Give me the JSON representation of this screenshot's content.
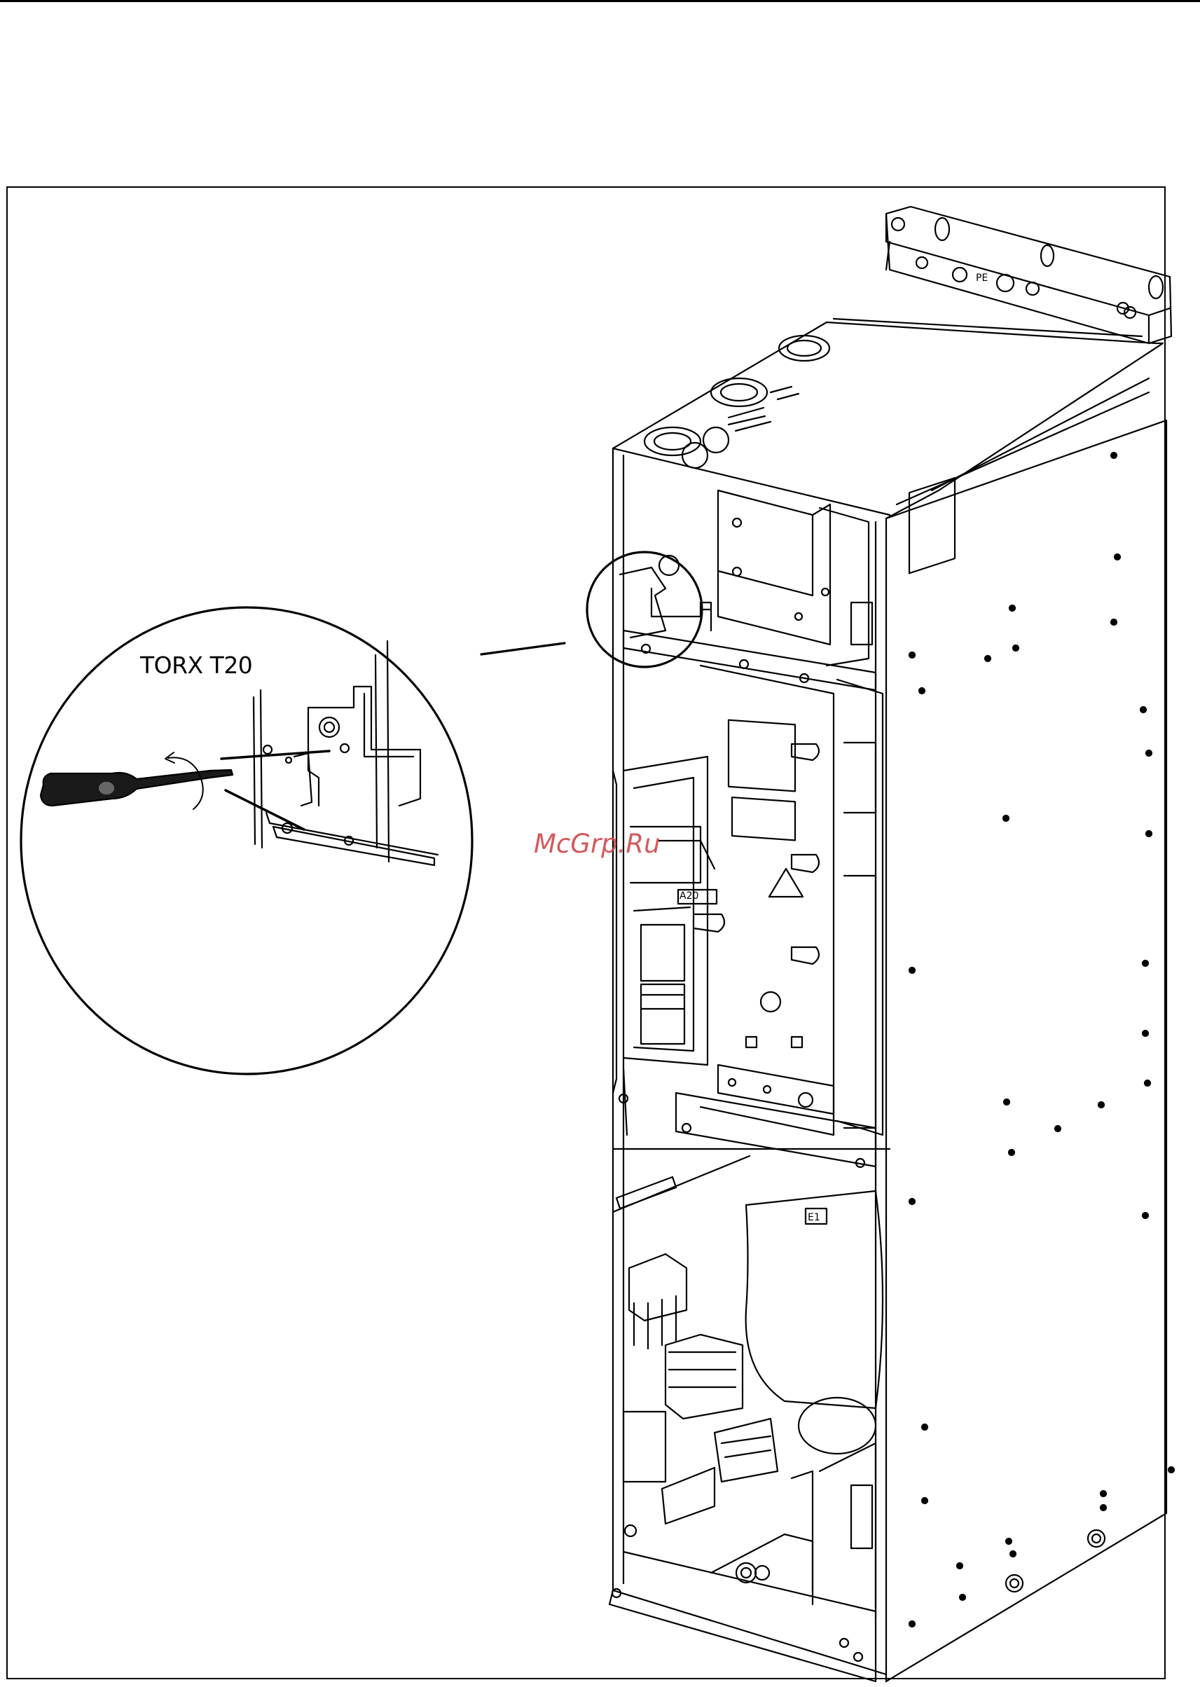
{
  "callout": {
    "tool_label": "TORX T20"
  },
  "watermark": {
    "text": "McGrp.Ru",
    "color": "#d0494b"
  },
  "unit_labels": {
    "pe": "PE",
    "a20": "A20",
    "e1": "E1"
  }
}
